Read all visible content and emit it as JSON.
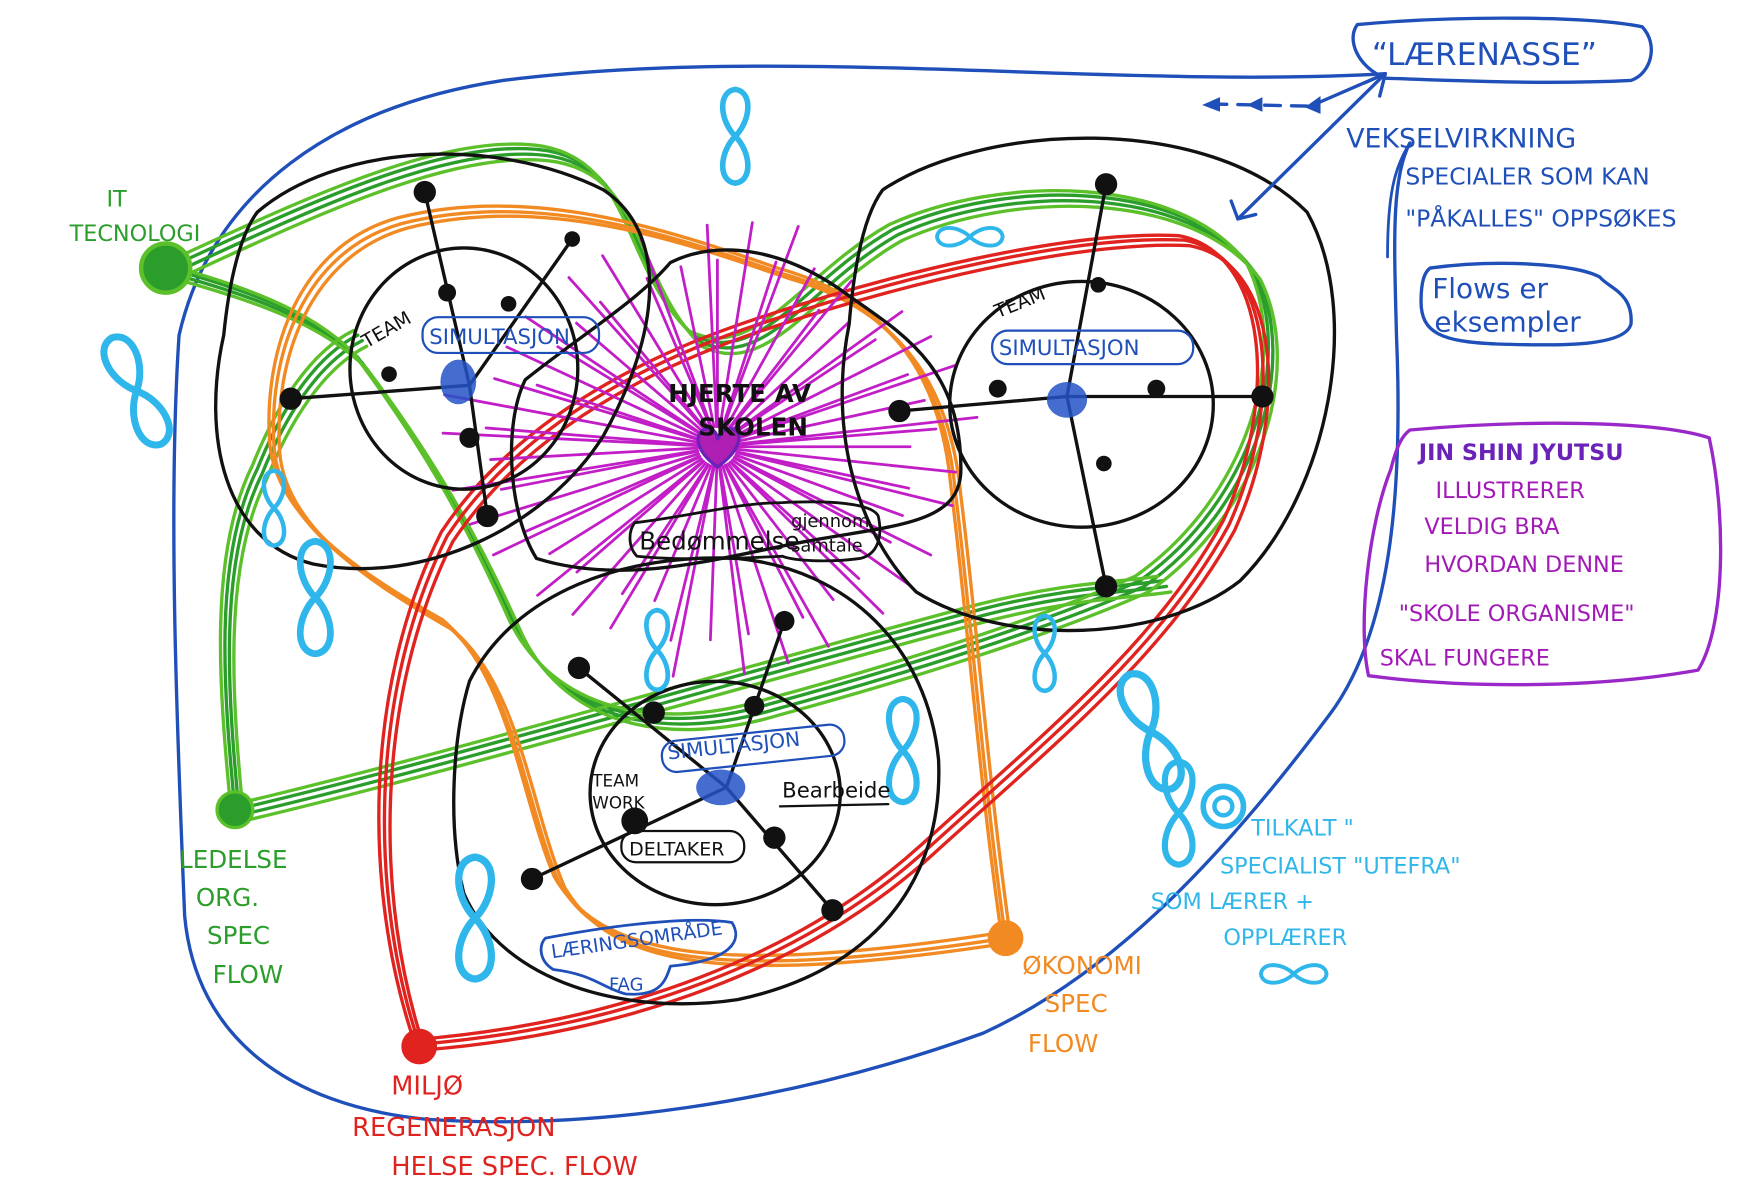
{
  "colors": {
    "blue": "#1f4fb8",
    "black": "#111111",
    "green": "#2a9d2a",
    "light_green": "#5cc02a",
    "orange": "#f28a24",
    "red": "#e0231f",
    "magenta": "#c21ec8",
    "purple": "#6a22b8",
    "cyan": "#2fb6ea"
  },
  "top_right": {
    "title_box": "“LÆRENASSE”",
    "interaction_note": [
      "VEKSELVIRKNING",
      "SPECIALER SOM KAN",
      "\"PÅKALLES\" OPPSØKES"
    ],
    "flows_note": [
      "Flows er",
      "eksempler"
    ]
  },
  "jin_shin_note": [
    "JIN SHIN JYUTSU",
    "ILLUSTRERER",
    "VELDIG BRA",
    "HVORDAN DENNE",
    "\"SKOLE ORGANISME\"",
    "SKAL FUNGERE"
  ],
  "specialist_note": [
    "TILKALT \"",
    "SPECIALIST \"UTEFRA\"",
    "SOM LÆRER +",
    "OPPLÆRER"
  ],
  "flows": {
    "it": [
      "IT",
      "TECNOLOGI"
    ],
    "ledelse": [
      "LEDELSE",
      "ORG.",
      "SPEC",
      "FLOW"
    ],
    "okonomi": [
      "ØKONOMI",
      "SPEC",
      "FLOW"
    ],
    "miljo": [
      "MILJØ",
      "REGENERASJON",
      "HELSE SPEC. FLOW"
    ]
  },
  "center": {
    "heart": [
      "HJERTE AV",
      "SKOLEN"
    ],
    "assessment": [
      "Bedømmelse",
      "gjennom",
      "samtale"
    ]
  },
  "teams": [
    {
      "team": "TEAM",
      "simulation": "SIMULTASJON"
    },
    {
      "team": "TEAM",
      "simulation": "SIMULTASJON"
    },
    {
      "team": [
        "TEAM",
        "WORK"
      ],
      "simulation": "SIMULTASJON",
      "participant": "DELTAKER",
      "process": "Bearbeide",
      "area": [
        "LÆRINGSOMRÅDE",
        "FAG"
      ]
    }
  ]
}
